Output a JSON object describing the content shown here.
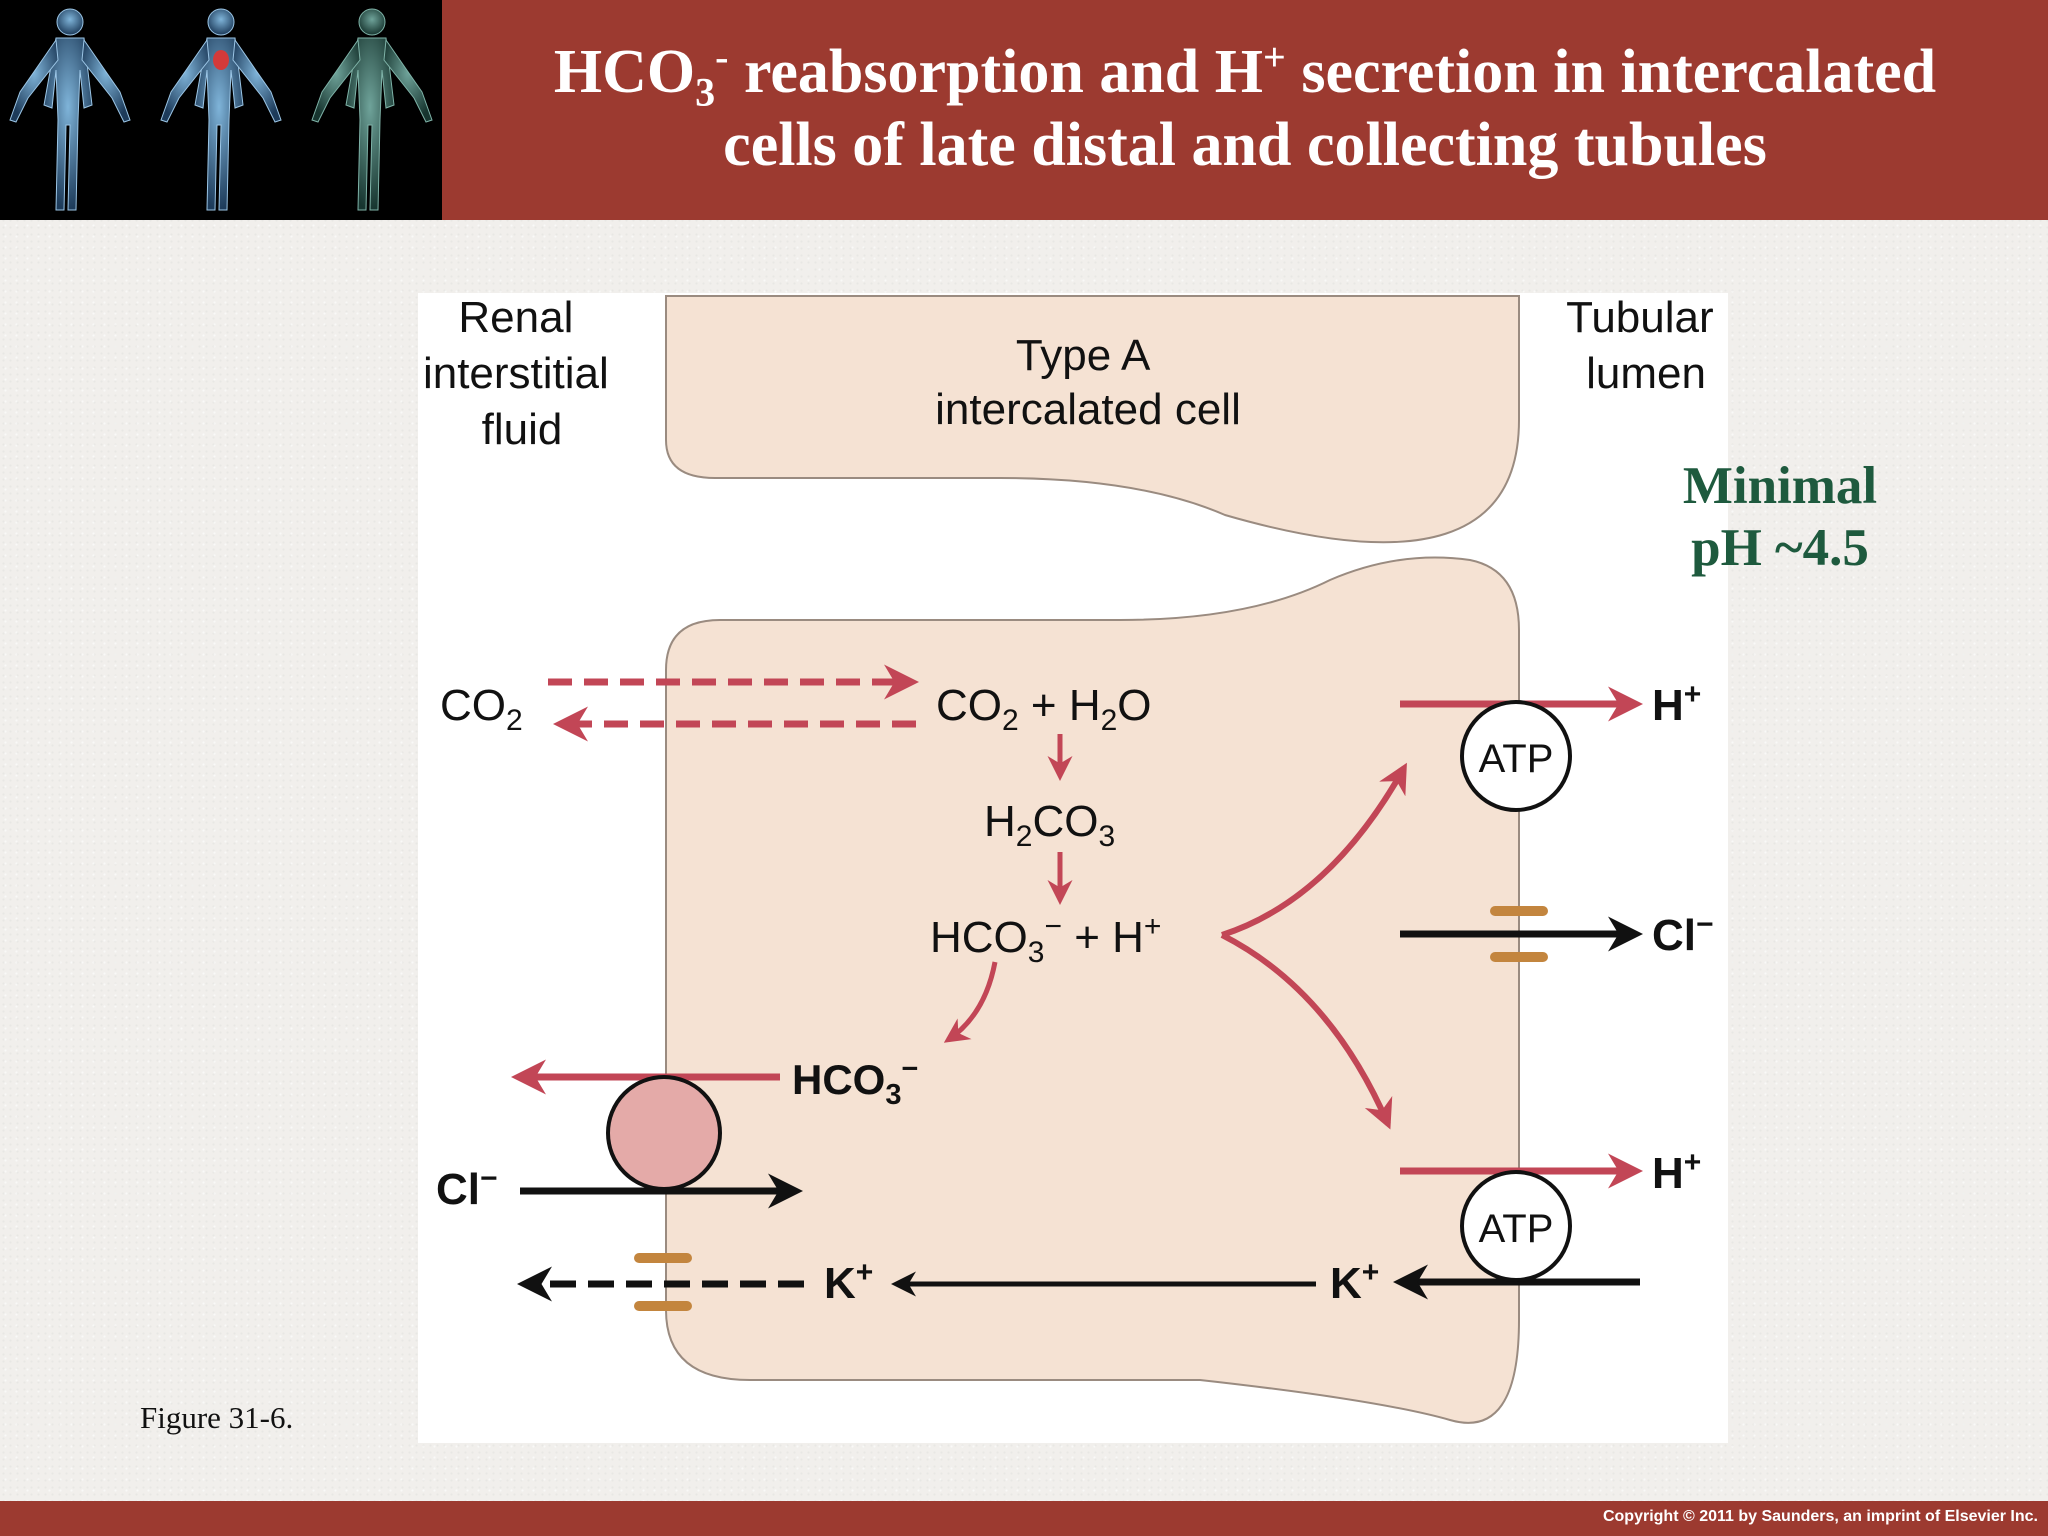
{
  "header": {
    "title_part1": "HCO",
    "title_sub": "3",
    "title_sup1": "-",
    "title_part2": " reabsorption and H",
    "title_sup2": "+",
    "title_part3": " secretion in intercalated",
    "title_line2": "cells of late distal and collecting tubules"
  },
  "diagram": {
    "interstitial_label": [
      "Renal",
      "interstitial",
      "fluid"
    ],
    "cell_label": [
      "Type A",
      "intercalated cell"
    ],
    "lumen_label": [
      "Tubular",
      "lumen"
    ],
    "co2_left": {
      "main": "CO",
      "sub": "2"
    },
    "co2_h2o": {
      "a": "CO",
      "a_sub": "2",
      "b": " + H",
      "b_sub": "2",
      "c": "O"
    },
    "h2co3": {
      "a": "H",
      "a_sub": "2",
      "b": "CO",
      "b_sub": "3"
    },
    "hco3_h": {
      "a": "HCO",
      "a_sub": "3",
      "a_sup": "−",
      "b": " + H",
      "b_sup": "+"
    },
    "hco3_out": {
      "a": "HCO",
      "a_sub": "3",
      "a_sup": "−"
    },
    "cl_left": {
      "a": "Cl",
      "a_sup": "−"
    },
    "k_left": {
      "a": "K",
      "a_sup": "+"
    },
    "k_right": {
      "a": "K",
      "a_sup": "+"
    },
    "h_top": {
      "a": "H",
      "a_sup": "+"
    },
    "h_bottom": {
      "a": "H",
      "a_sup": "+"
    },
    "cl_right": {
      "a": "Cl",
      "a_sup": "−"
    },
    "atp_top": "ATP",
    "atp_bottom": "ATP"
  },
  "ph_note": [
    "Minimal",
    "pH ~4.5"
  ],
  "figure_caption": "Figure 31-6.",
  "footer": {
    "copyright": "Copyright © 2011 by Saunders, an imprint of Elsevier Inc."
  },
  "colors": {
    "header_bg": "#9c3a30",
    "arrow_red": "#c24656",
    "cell_fill": "#f5e2d3",
    "channel": "#c3853e",
    "ph_text": "#1e5a3e"
  }
}
